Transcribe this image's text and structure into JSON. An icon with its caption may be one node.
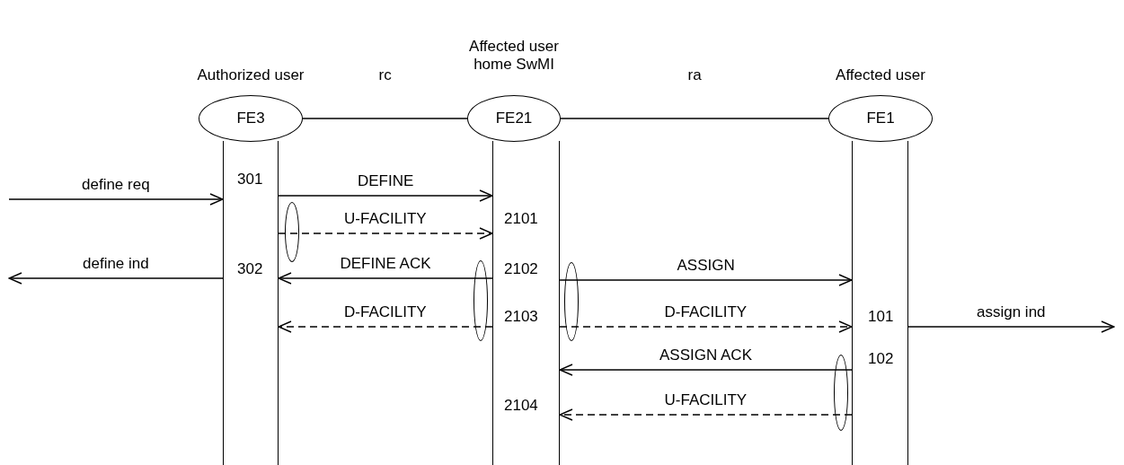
{
  "diagram": {
    "nodes": [
      {
        "text": [
          "FE3"
        ],
        "beside": [
          "Authorized user"
        ]
      },
      {
        "text": [
          "FE21"
        ],
        "beside": [
          "Affected user home SwMI"
        ]
      },
      {
        "text": [
          "FE1"
        ],
        "beside": [
          "Affected user"
        ]
      },
      {
        "text": [],
        "shape": "bar"
      },
      {
        "text": [],
        "shape": "bar"
      },
      {
        "text": [],
        "shape": "bar"
      },
      {
        "text": [],
        "shape": "ellipse"
      },
      {
        "text": [],
        "shape": "ellipse"
      },
      {
        "text": [],
        "shape": "ellipse"
      },
      {
        "text": [],
        "shape": "ellipse"
      }
    ],
    "edges": [
      {
        "from": 0,
        "to": 1,
        "arrow": "none",
        "label": "rc"
      },
      {
        "from": 1,
        "to": 2,
        "arrow": "none",
        "label": "ra"
      },
      {
        "from": null,
        "to": 3,
        "arrow": "to",
        "label": "define req"
      },
      {
        "from": 3,
        "to": 4,
        "arrow": "to",
        "label": "DEFINE"
      },
      {
        "from": 3,
        "to": 4,
        "arrow": "to",
        "label": "U-FACILITY",
        "style": "dashed"
      },
      {
        "from": 4,
        "to": 3,
        "arrow": "to",
        "label": "DEFINE ACK"
      },
      {
        "from": 4,
        "to": 3,
        "arrow": "to",
        "label": "D-FACILITY",
        "style": "dashed"
      },
      {
        "from": 3,
        "to": null,
        "arrow": "to",
        "label": "define ind"
      },
      {
        "from": 4,
        "to": 5,
        "arrow": "to",
        "label": "ASSIGN"
      },
      {
        "from": 4,
        "to": 5,
        "arrow": "to",
        "label": "D-FACILITY",
        "style": "dashed"
      },
      {
        "from": 5,
        "to": null,
        "arrow": "to",
        "label": "assign ind"
      },
      {
        "from": 5,
        "to": 4,
        "arrow": "to",
        "label": "ASSIGN ACK"
      },
      {
        "from": 5,
        "to": 4,
        "arrow": "to",
        "label": "U-FACILITY",
        "style": "dashed"
      }
    ],
    "labels": [
      "301",
      "2101",
      "302",
      "2102",
      "2103",
      "101",
      "102",
      "2104"
    ]
  }
}
